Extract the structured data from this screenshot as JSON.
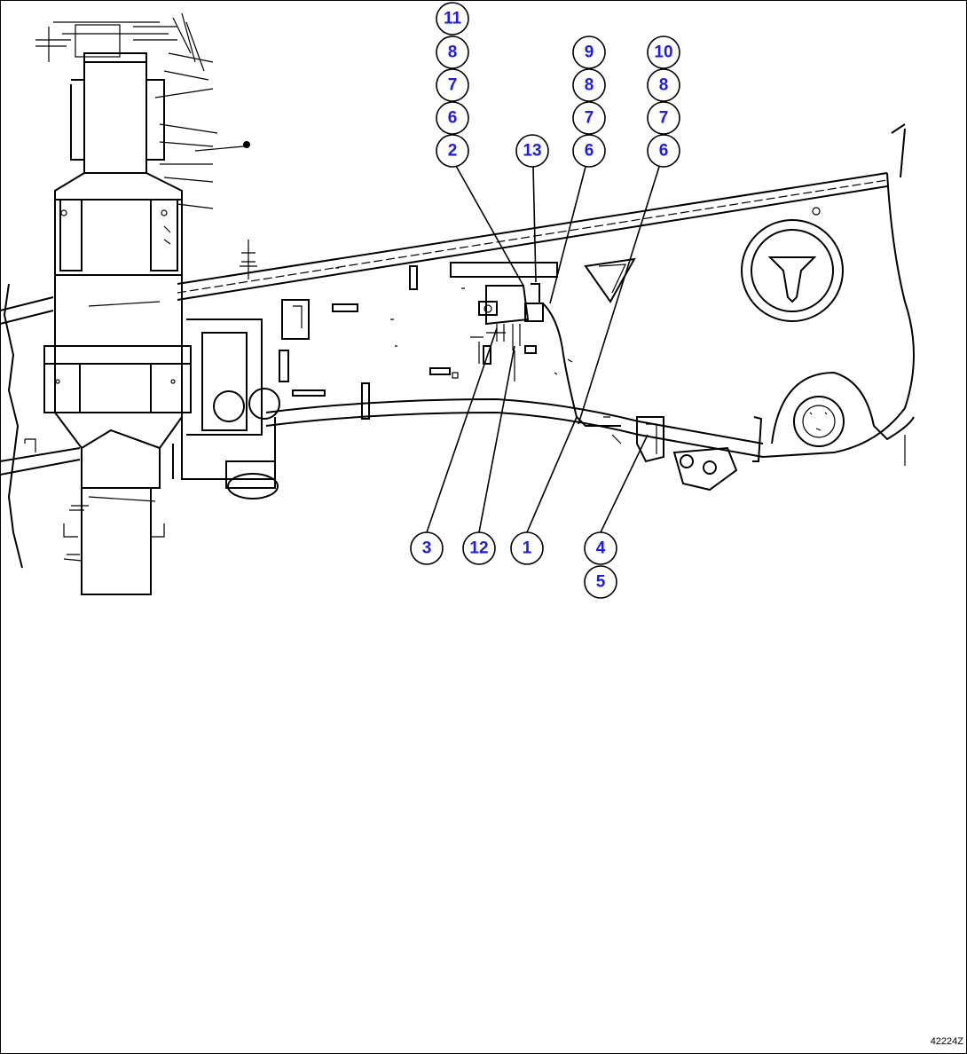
{
  "callouts": [
    {
      "id": "c11a",
      "label": "11"
    },
    {
      "id": "c8a",
      "label": "8"
    },
    {
      "id": "c7a",
      "label": "7"
    },
    {
      "id": "c6a",
      "label": "6"
    },
    {
      "id": "c2",
      "label": "2"
    },
    {
      "id": "c13",
      "label": "13"
    },
    {
      "id": "c9",
      "label": "9"
    },
    {
      "id": "c8b",
      "label": "8"
    },
    {
      "id": "c7b",
      "label": "7"
    },
    {
      "id": "c6b",
      "label": "6"
    },
    {
      "id": "c10",
      "label": "10"
    },
    {
      "id": "c8c",
      "label": "8"
    },
    {
      "id": "c7c",
      "label": "7"
    },
    {
      "id": "c6c",
      "label": "6"
    },
    {
      "id": "c3",
      "label": "3"
    },
    {
      "id": "c12",
      "label": "12"
    },
    {
      "id": "c1",
      "label": "1"
    },
    {
      "id": "c4",
      "label": "4"
    },
    {
      "id": "c5",
      "label": "5"
    }
  ],
  "drawing_code": "42224Z",
  "colors": {
    "callout_text": "#1a1aff",
    "line": "#000000"
  }
}
